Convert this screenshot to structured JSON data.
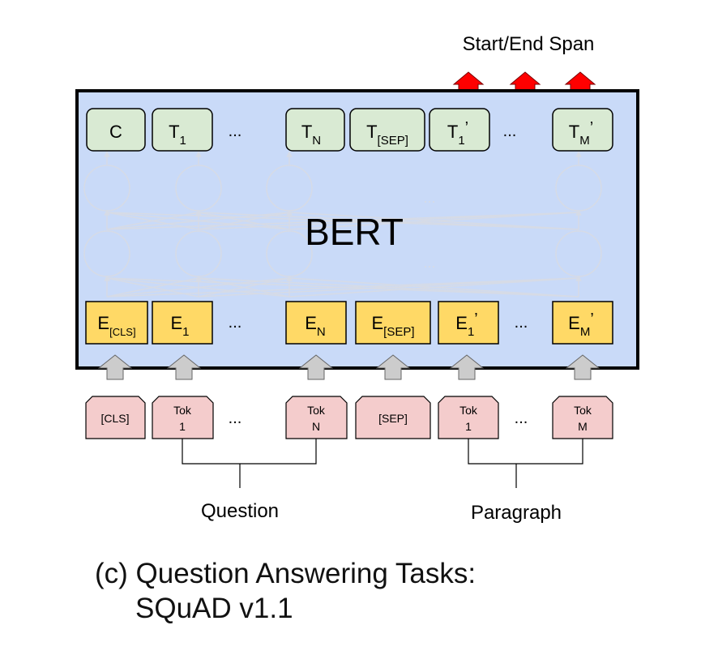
{
  "output_label": "Start/End Span",
  "model_label": "BERT",
  "output_tokens": [
    {
      "main": "C",
      "sub": ""
    },
    {
      "main": "T",
      "sub": "1"
    },
    {
      "main": "T",
      "sub": "N"
    },
    {
      "main": "T",
      "sub": "[SEP]"
    },
    {
      "main": "T",
      "sub": "1",
      "sup": "’"
    },
    {
      "main": "T",
      "sub": "M",
      "sup": "’"
    }
  ],
  "embeddings": [
    {
      "main": "E",
      "sub": "[CLS]"
    },
    {
      "main": "E",
      "sub": "1"
    },
    {
      "main": "E",
      "sub": "N"
    },
    {
      "main": "E",
      "sub": "[SEP]"
    },
    {
      "main": "E",
      "sub": "1",
      "sup": "’"
    },
    {
      "main": "E",
      "sub": "M",
      "sup": "’"
    }
  ],
  "input_tokens": [
    {
      "line1": "[CLS]",
      "line2": ""
    },
    {
      "line1": "Tok",
      "line2": "1"
    },
    {
      "line1": "Tok",
      "line2": "N"
    },
    {
      "line1": "[SEP]",
      "line2": ""
    },
    {
      "line1": "Tok",
      "line2": "1"
    },
    {
      "line1": "Tok",
      "line2": "M"
    }
  ],
  "ellipsis": "...",
  "groups": {
    "question": "Question",
    "paragraph": "Paragraph"
  },
  "caption": {
    "line1": "(c) Question Answering Tasks:",
    "line2": "SQuAD v1.1"
  },
  "colors": {
    "bert_fill": "#c9daf8",
    "output_fill": "#d9ead3",
    "embedding_fill": "#ffd966",
    "input_fill": "#f4cccc",
    "arrow_red": "#ff0000",
    "arrow_gray": "#cccccc"
  }
}
